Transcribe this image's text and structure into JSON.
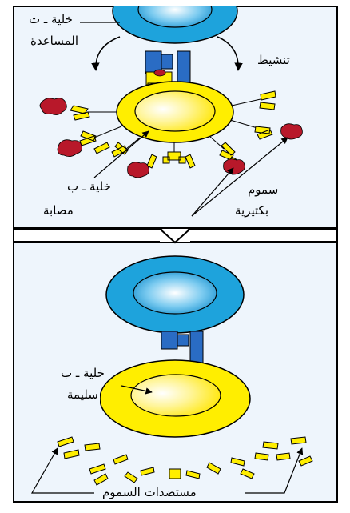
{
  "labels": {
    "helper_t_line1": "خلية ـ ت",
    "helper_t_line2": "المساعدة",
    "activation": "تنشيط",
    "infected_b_line1": "خلية ـ ب",
    "infected_b_line2": "مصابة",
    "toxins_line1": "سموم",
    "toxins_line2": "بكتيرية",
    "healthy_b_line1": "خلية ـ ب",
    "healthy_b_line2": "سليمة",
    "antitoxins": "مستضدات السموم"
  },
  "colors": {
    "panel_bg": "#eef5fc",
    "t_cell": "#1ea3dc",
    "b_cell": "#ffee00",
    "receptor": "#2a6cc4",
    "toxin": "#b8182a",
    "antitoxin": "#ffee00",
    "border": "#000000"
  }
}
